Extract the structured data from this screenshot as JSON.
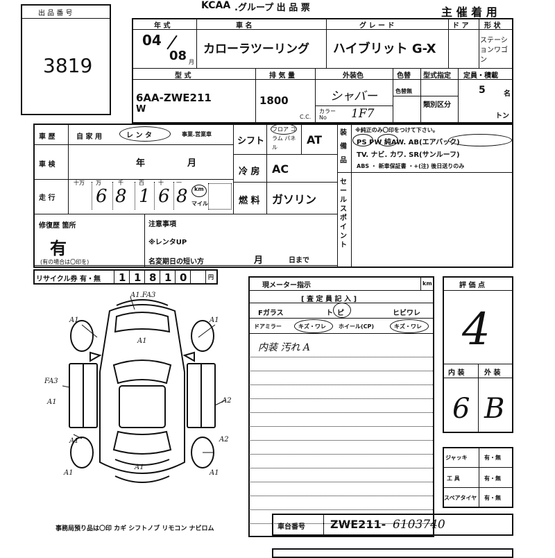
{
  "header": {
    "lot_label": "出 品 番 号",
    "lot_number": "3819",
    "brand": "KCAA",
    "title": ".グループ 出 品 票",
    "organizer": "主 催 着 用"
  },
  "row1": {
    "year_label": "年 式",
    "year": "04",
    "month": "08",
    "month_unit": "月",
    "car_name_label": "車 名",
    "car_name": "カローラツーリング",
    "grade_label": "グ レ ー ド",
    "grade": "ハイブリット G-X",
    "door_label": "ド ア",
    "shape_label": "形 状",
    "shape": "ステーションワゴン"
  },
  "row2": {
    "model_label": "型 式",
    "model": "6AA-ZWE211",
    "model_suffix": "W",
    "displacement_label": "排 気 量",
    "displacement": "1800",
    "cc_unit": "C.C.",
    "exterior_label": "外装色",
    "exterior": "シャバー",
    "color_no_label": "色替",
    "color_no_sub": "色替無",
    "color_code_label": "カラーNo",
    "color_code": "1F7",
    "type_spec_label": "型式指定",
    "category_label": "類別区分",
    "capacity_label": "定員・積載",
    "capacity": "5",
    "capacity_unit": "名",
    "ton_unit": "トン"
  },
  "history": {
    "usage_label": "車 歴",
    "usage_private": "自 家 用",
    "usage_rental": "レ ン タ",
    "usage_business": "事業.営業車",
    "inspection_label": "車 検",
    "inspection_year": "年",
    "inspection_month": "月",
    "mileage_label": "走 行",
    "mileage_digits": [
      "6",
      "8",
      "1",
      "6",
      "8"
    ],
    "mileage_places": [
      "十万",
      "万",
      "千",
      "百",
      "十",
      "一"
    ],
    "km_label": "km",
    "mile_label": "マイル",
    "shift_label": "シフト",
    "shift_options": "フロア コラム パネル",
    "shift": "AT",
    "ac_label": "冷 房",
    "ac": "AC",
    "fuel_label": "燃 料",
    "fuel": "ガソリン"
  },
  "equipment": {
    "label": "装備品",
    "note": "※純正のみ〇印をつけて下さい。",
    "line1": "PS PW 純AW. AB(エアバック)",
    "line2": "TV. ナビ. カワ. SR(サンルーフ)",
    "line3": "ABS ・ 新車保証書 ・+(注) 後日送りのみ",
    "sales_point_label": "セールスポイント"
  },
  "repair": {
    "label": "修復歴 箇所",
    "value": "有",
    "note": "(有の場合は〇印を)",
    "notes_label": "注意事項",
    "note1": "※レンタUP",
    "deadline_label": "名変期日の短い方",
    "deadline_month": "月",
    "deadline_day": "日まで"
  },
  "recycle": {
    "label": "リサイクル券 有・無",
    "digits": [
      "1",
      "1",
      "8",
      "1",
      "0"
    ],
    "unit": "円"
  },
  "meter": {
    "label": "現メーター指示",
    "unit": "km",
    "inspector_header": "[ 査 定 員 記 入 ]",
    "fglass": "Fガラス",
    "fglass_opt1": "ト",
    "fglass_opt2": "ピ",
    "fglass_opt3": "ヒビワレ",
    "mirror": "ドアミラー",
    "mirror_val": "キズ・ワレ",
    "wheel": "ホイール(CP)",
    "wheel_val": "キズ・ワレ",
    "handwritten_note": "内装 汚れ A"
  },
  "evaluation": {
    "label": "評 価 点",
    "score": "4",
    "interior_label": "内 装",
    "exterior_label": "外 装",
    "interior": "6",
    "exterior": "B"
  },
  "tools": {
    "jack": "ジャッキ",
    "jack_val": "有・無",
    "tools_label": "工 具",
    "tools_val": "有・無",
    "spare": "スペアタイヤ",
    "spare_val": "有・無"
  },
  "diagram": {
    "marks": [
      "A1.FA3",
      "A1",
      "A1",
      "A1",
      "FA3",
      "A1",
      "A2",
      "A1",
      "A2",
      "A1",
      "A1",
      "A1"
    ]
  },
  "footer": {
    "items": "事務局預り品は〇印  カギ  シフトノブ  リモコン  ナビロム",
    "chassis_label": "車台番号",
    "chassis": "ZWE211-",
    "chassis_hand": "6103740"
  }
}
